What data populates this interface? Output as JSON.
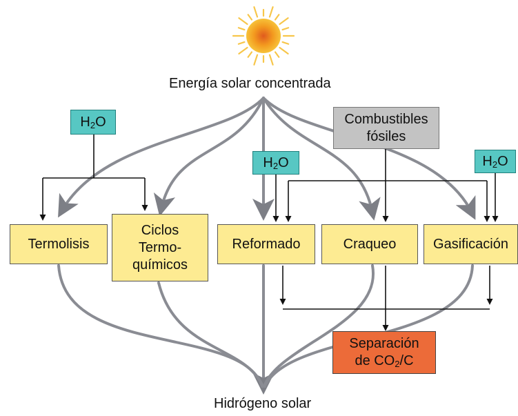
{
  "source_label": "Energía solar concentrada",
  "output_label": "Hidrógeno solar",
  "water": {
    "prefix": "H",
    "sub": "2",
    "suffix": "O"
  },
  "fuel": {
    "line1": "Combustibles",
    "line2": "fósiles"
  },
  "processes": {
    "termolisis": "Termolisis",
    "ciclos_line1": "Ciclos",
    "ciclos_line2": "Termo-",
    "ciclos_line3": "químicos",
    "reformado": "Reformado",
    "craqueo": "Craqueo",
    "gasificacion": "Gasificación"
  },
  "separation": {
    "line1": "Separación",
    "line2_prefix": "de CO",
    "line2_sub": "2",
    "line2_suffix": "/C"
  },
  "colors": {
    "process_box": "#fdeb92",
    "water_box": "#57c7c3",
    "fuel_box": "#c3c3c3",
    "separation_box": "#ec6b39",
    "solar_flow": "#8a8c93",
    "feed_lines": "#111111",
    "sun_core": "#f4a21f",
    "sun_rays": "#f7c64a"
  }
}
